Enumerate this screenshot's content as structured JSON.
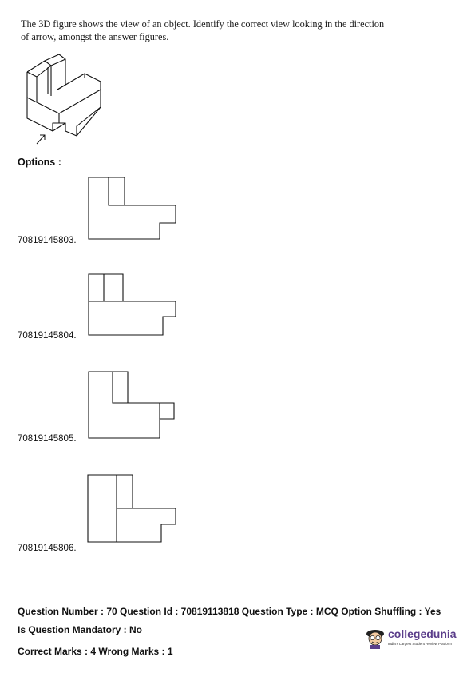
{
  "question": {
    "line1": "The 3D figure shows the view of an object.  Identify the correct view looking in the direction",
    "line2": "of arrow, amongst the answer figures."
  },
  "options_heading": "Options :",
  "options": [
    {
      "id": "70819145803."
    },
    {
      "id": "70819145804."
    },
    {
      "id": "70819145805."
    },
    {
      "id": "70819145806."
    }
  ],
  "meta": {
    "line1": "Question Number : 70 Question Id : 70819113818 Question Type : MCQ Option Shuffling : Yes",
    "line2": "Is Question Mandatory : No",
    "line3": "Correct Marks : 4 Wrong Marks : 1"
  },
  "logo": {
    "name": "collegedunia",
    "tagline": "India's Largest Student Review Platform"
  }
}
